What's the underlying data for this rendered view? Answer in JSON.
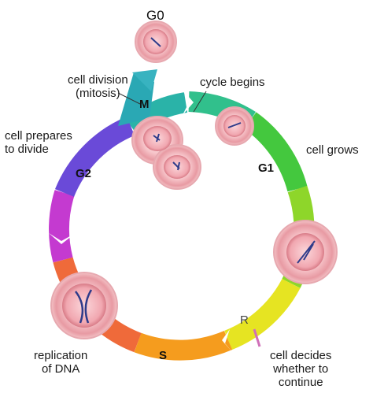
{
  "phases": {
    "g0": "G0",
    "m": "M",
    "g1": "G1",
    "s": "S",
    "g2": "G2",
    "r": "R"
  },
  "labels": {
    "cell_division": [
      "cell division",
      "(mitosis)"
    ],
    "cycle_begins": "cycle begins",
    "cell_prepares": [
      "cell prepares",
      "to divide"
    ],
    "cell_grows": "cell grows",
    "replication": [
      "replication",
      "of DNA"
    ],
    "cell_decides": [
      "cell decides",
      "whether to",
      "continue"
    ]
  },
  "colors": {
    "m_teal": "#2ab3a8",
    "g1_green": "#3ec84a",
    "g1_yellowgreen": "#b8e02a",
    "s_yellow": "#f0e020",
    "s_orange": "#f59a1e",
    "g2_magenta": "#c43ad0",
    "g2_blue": "#3c6ad8",
    "cell_pink": "#f6c3c8",
    "cell_rim": "#e08a94",
    "chromosome": "#2e3b8a",
    "r_marker": "#d070b8"
  }
}
